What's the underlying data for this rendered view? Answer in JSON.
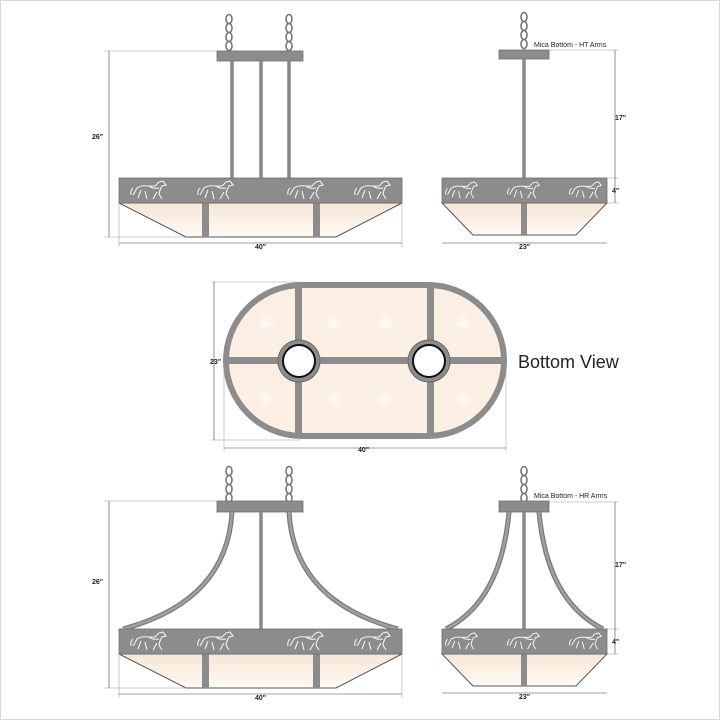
{
  "views": {
    "top_left": {
      "height_label": "26\"",
      "width_label": "40\""
    },
    "top_right": {
      "caption": "Mica Bottom - HT Arms",
      "drop_label": "17\"",
      "band_label": "4\"",
      "width_label": "23\""
    },
    "bottom_view": {
      "title": "Bottom View",
      "depth_label": "23\"",
      "width_label": "40\""
    },
    "bottom_left": {
      "height_label": "26\"",
      "width_label": "40\""
    },
    "bottom_right": {
      "caption": "Mica Bottom - HR Arms",
      "drop_label": "17\"",
      "band_label": "4\"",
      "width_label": "23\""
    }
  },
  "colors": {
    "metal": "#8c8c8c",
    "mica": "#fbeee2",
    "background": "#ffffff"
  }
}
